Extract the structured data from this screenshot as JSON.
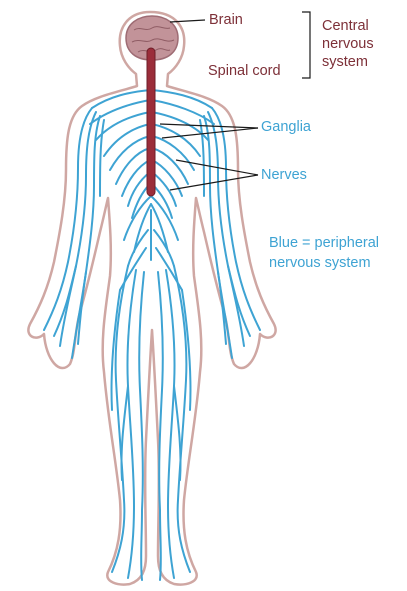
{
  "labels": {
    "brain": "Brain",
    "spinal_cord": "Spinal cord",
    "central": "Central nervous system",
    "ganglia": "Ganglia",
    "nerves": "Nerves",
    "note": "Blue = peripheral nervous system"
  },
  "colors": {
    "cns": "#7d3038",
    "pns": "#3ea3d3",
    "body_outline": "#cfa7a3",
    "brain": "#b98a90",
    "spinal_cord": "#9b2d3a"
  }
}
